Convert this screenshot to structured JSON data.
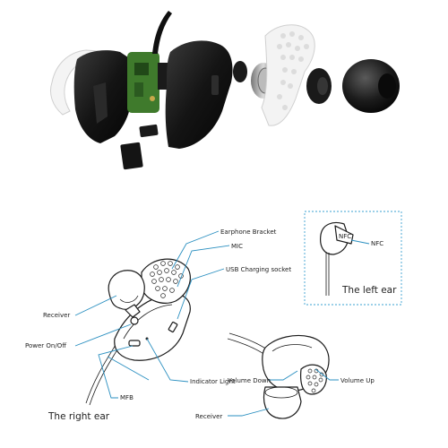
{
  "labels": {
    "earphone_bracket": "Earphone Bracket",
    "mic": "MIC",
    "usb_charging_socket": "USB Charging socket",
    "receiver_right": "Receiver",
    "power_on_off": "Power On/Off",
    "indicator_light": "Indicator Light",
    "mfb": "MFB",
    "right_ear": "The right ear",
    "nfc": "NFC",
    "nfc_chip": "NFC",
    "left_ear": "The left ear",
    "volume_down": "Volume Down",
    "volume_up": "Volume Up",
    "receiver_left": "Receiver"
  },
  "colors": {
    "leader": "#2a8fc0",
    "inset_border": "#3aa0d0",
    "part_black": "#151515",
    "pcb_green": "#3f7a2c",
    "part_white": "#f3f3f3"
  }
}
